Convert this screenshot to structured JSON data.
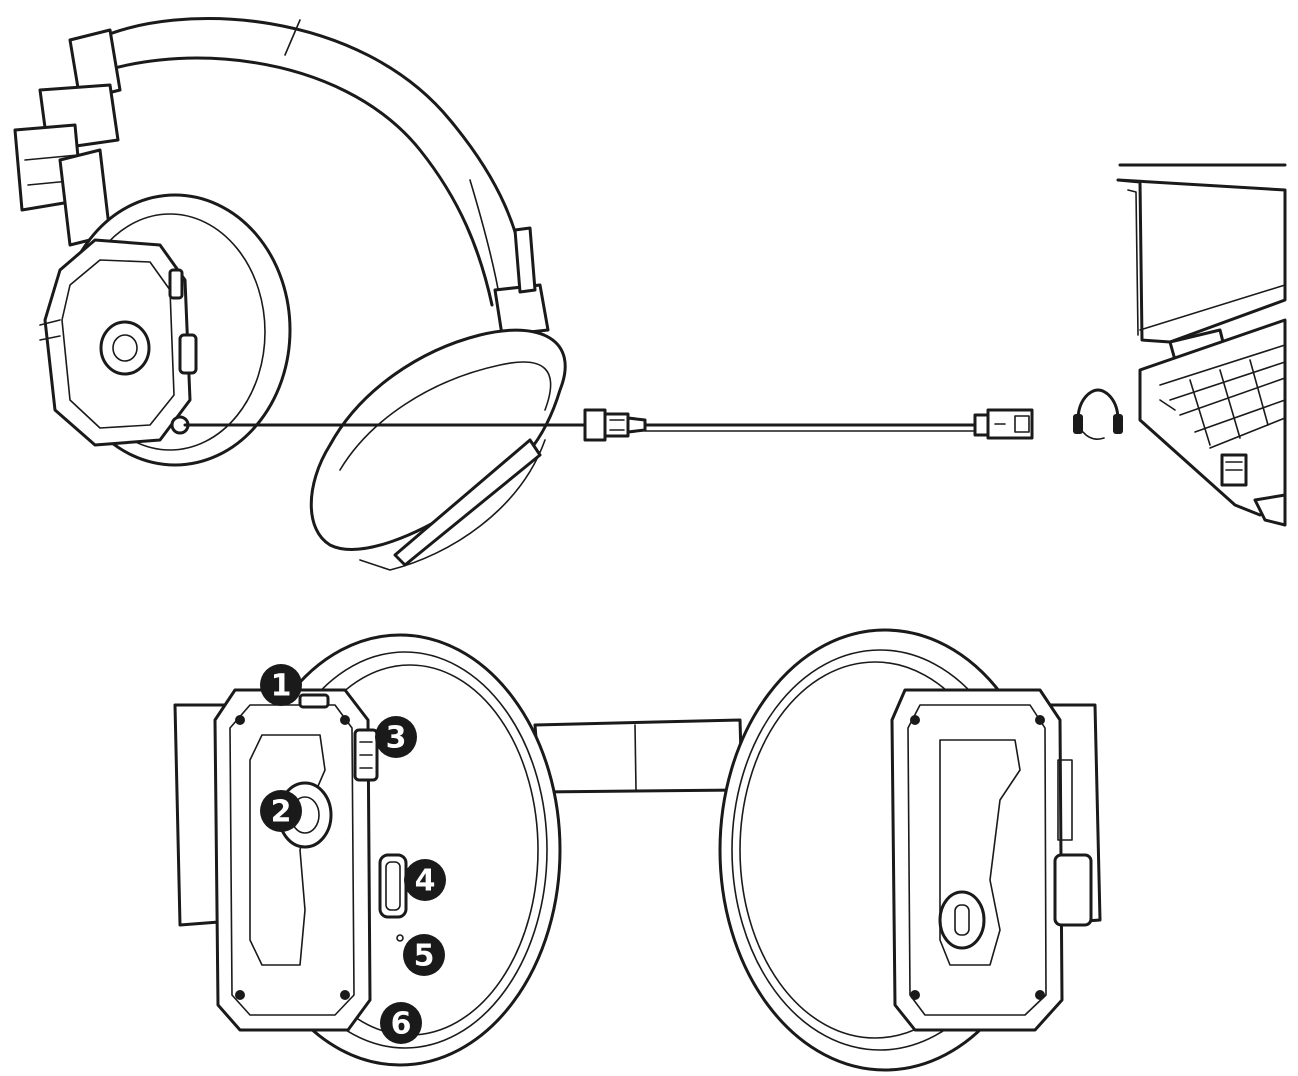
{
  "callouts": [
    {
      "id": "callout-1",
      "label": "1"
    },
    {
      "id": "callout-2",
      "label": "2"
    },
    {
      "id": "callout-3",
      "label": "3"
    },
    {
      "id": "callout-4",
      "label": "4"
    },
    {
      "id": "callout-5",
      "label": "5"
    },
    {
      "id": "callout-6",
      "label": "6"
    }
  ],
  "icons": {
    "headset": "headset-icon",
    "laptop": "laptop-icon",
    "usb_cable": "usb-cable-icon"
  },
  "colors": {
    "line": "#1a1a1a",
    "background": "#ffffff"
  }
}
